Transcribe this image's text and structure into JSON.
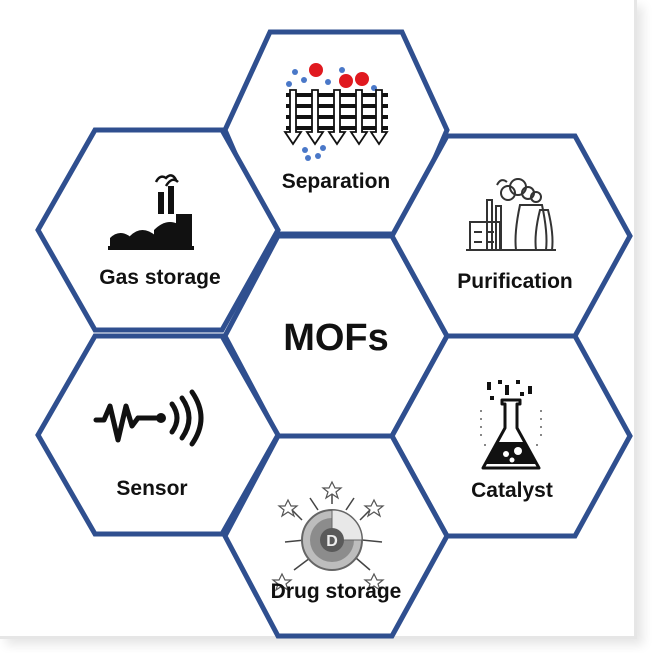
{
  "diagram": {
    "center_label": "MOFs",
    "nodes": [
      {
        "label": "Separation",
        "icon": "membrane-separation-icon"
      },
      {
        "label": "Gas storage",
        "icon": "gas-storage-tanks-icon"
      },
      {
        "label": "Purification",
        "icon": "factory-cooling-tower-icon"
      },
      {
        "label": "Sensor",
        "icon": "signal-sensor-icon"
      },
      {
        "label": "Catalyst",
        "icon": "flask-catalyst-icon"
      },
      {
        "label": "Drug storage",
        "icon": "drug-nanoparticle-icon"
      }
    ]
  },
  "colors": {
    "hex_border": "#2f4f8f",
    "particle_red": "#e0191f",
    "particle_blue": "#4a78c8",
    "text": "#111111"
  }
}
